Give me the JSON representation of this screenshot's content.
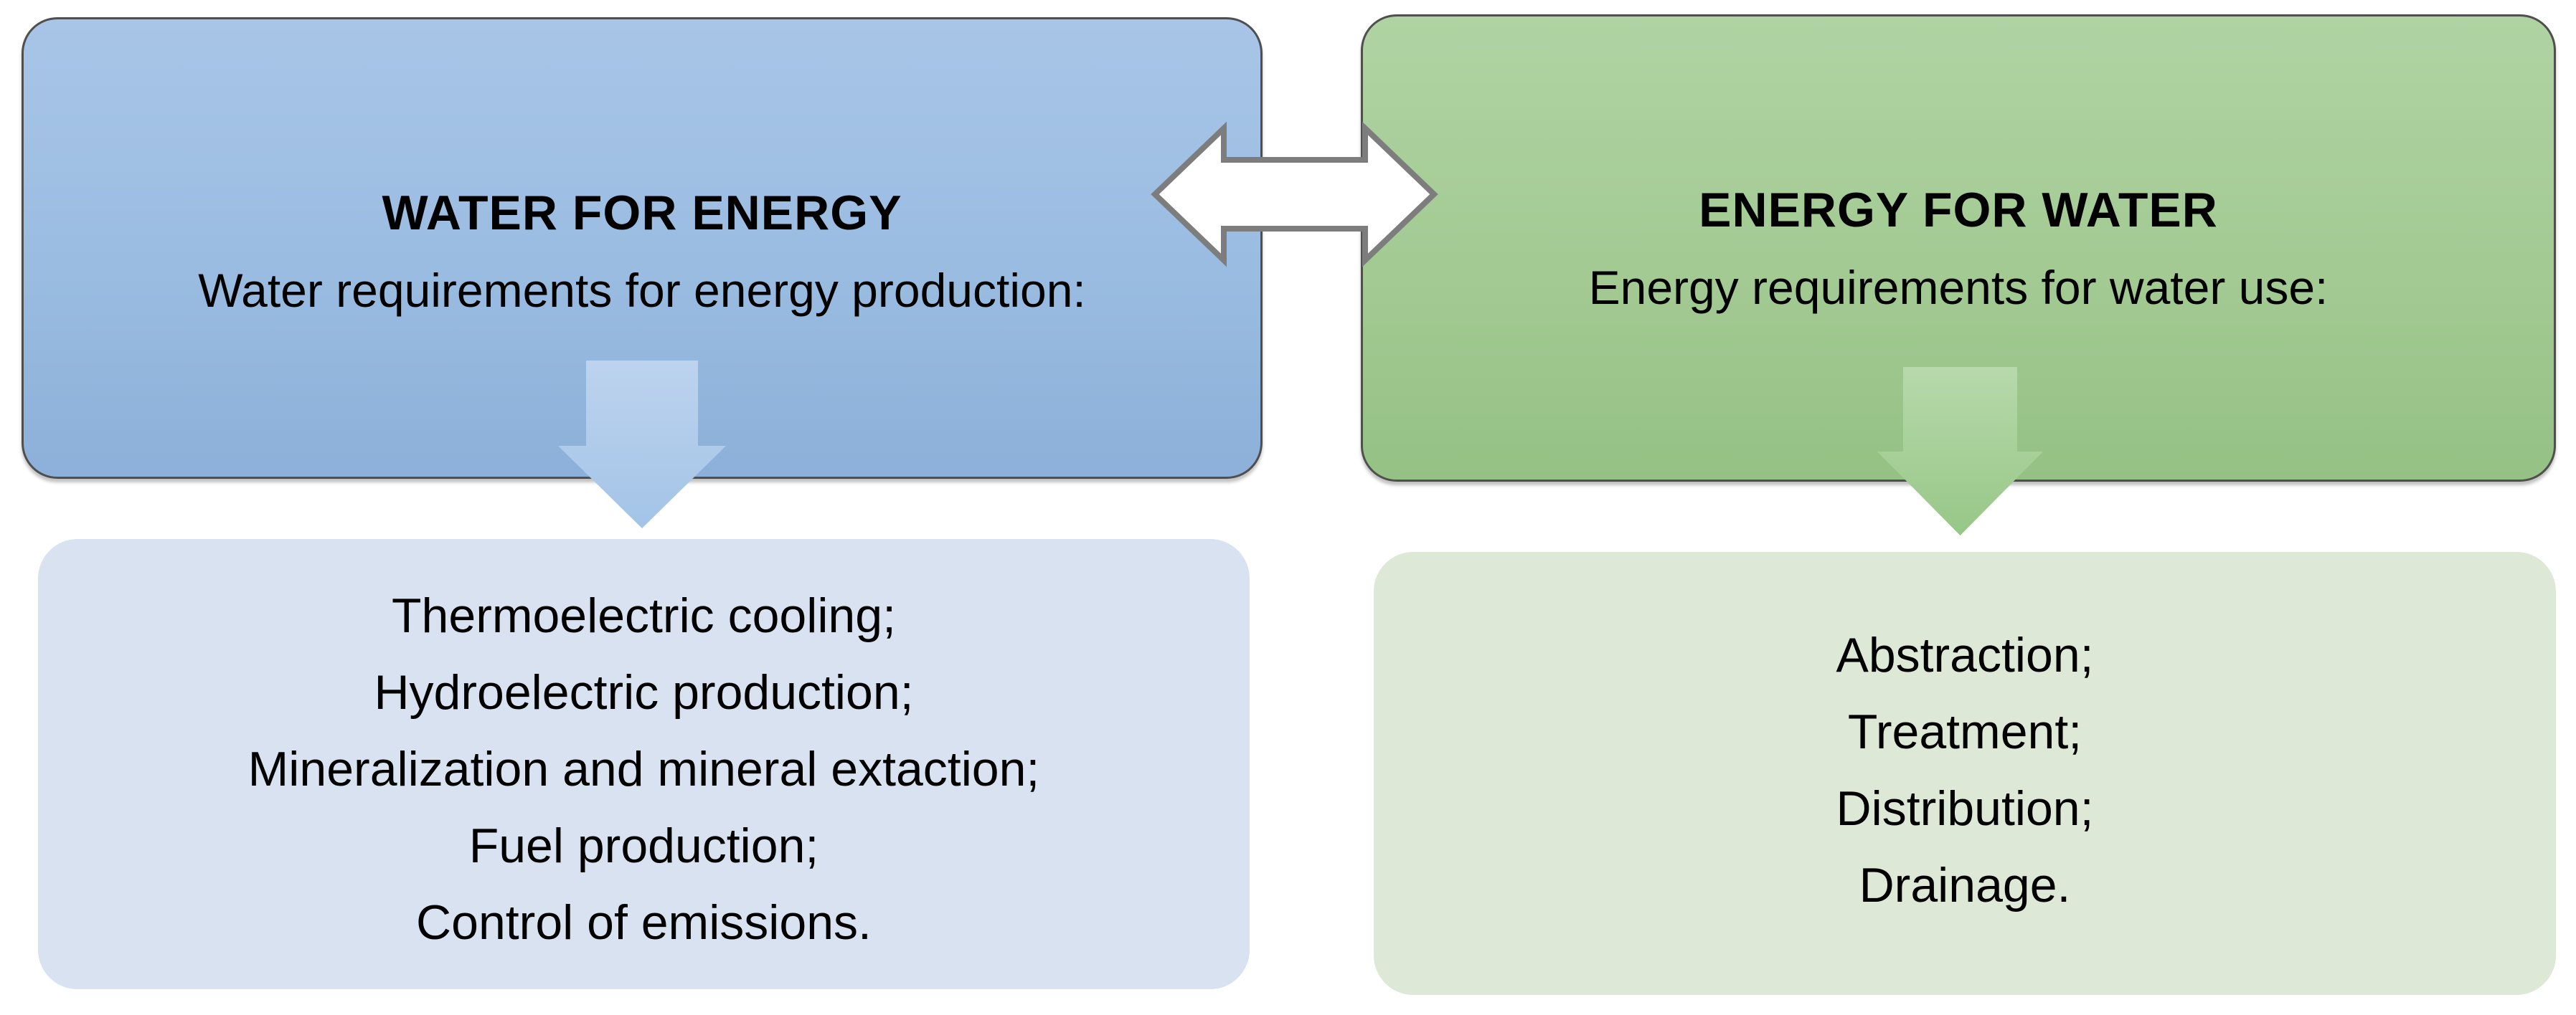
{
  "diagram": {
    "left": {
      "title": "WATER FOR ENERGY",
      "subtitle": "Water requirements for energy production:",
      "items": [
        "Thermoelectric cooling;",
        "Hydroelectric production;",
        "Mineralization and mineral extaction;",
        "Fuel production;",
        "Control of emissions."
      ]
    },
    "right": {
      "title": "ENERGY FOR WATER",
      "subtitle": "Energy requirements for water use:",
      "items": [
        "Abstraction;",
        "Treatment;",
        "Distribution;",
        "Drainage."
      ]
    },
    "icons": {
      "double_arrow": "double-headed-arrow",
      "down_arrow_left": "down-arrow",
      "down_arrow_right": "down-arrow"
    },
    "colors": {
      "blue_box_top": "#a8c5e7",
      "blue_box_bottom": "#8cb0d9",
      "green_box_top": "#b0d3a3",
      "green_box_bottom": "#95c185",
      "blue_panel": "#d8e2f1",
      "green_panel": "#dde8d6",
      "box_border": "#4f4f4f",
      "connector_fill": "#ffffff",
      "connector_outline": "#7d7d7d",
      "blue_arrow_top": "#bdd3ee",
      "blue_arrow_bottom": "#a3c4e7",
      "green_arrow_top": "#b7d9ab",
      "green_arrow_bottom": "#97c787"
    }
  }
}
